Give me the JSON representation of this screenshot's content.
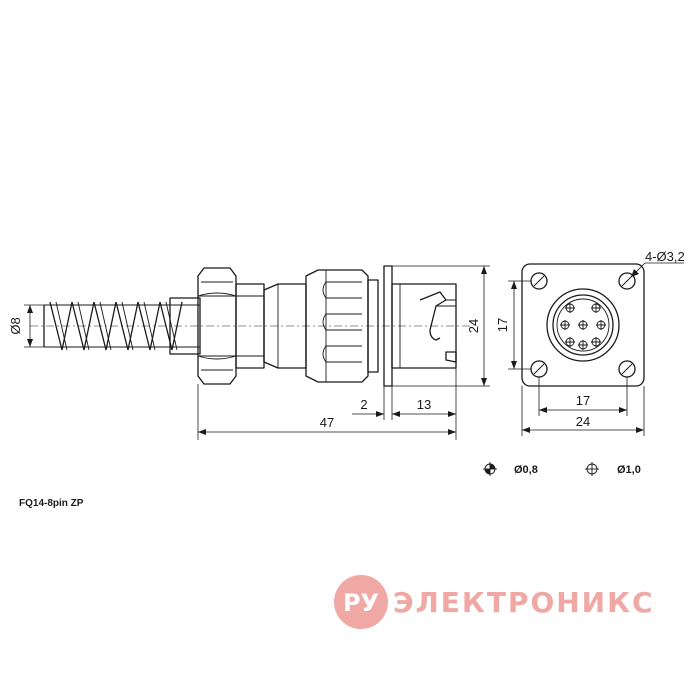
{
  "drawing": {
    "model": "FQ14-8pin ZP",
    "side_view_dims": {
      "cable_diameter": "Ø8",
      "flange_thickness": "2",
      "mating_length": "13",
      "overall_length": "47",
      "flange_height": "24"
    },
    "front_view_dims": {
      "mounting_holes": "4-Ø3,2",
      "hole_spacing_vertical": "17",
      "hole_spacing_horizontal": "17",
      "flange_width": "24"
    },
    "legend": [
      {
        "symbol": "pin-crosshair-filled-icon",
        "label": "Ø0,8"
      },
      {
        "symbol": "pin-crosshair-open-icon",
        "label": "Ø1,0"
      }
    ]
  },
  "logo": {
    "badge_text": "РУ",
    "wordmark": "ЭЛЕКТРОНИКС",
    "color": "#f0a8a4"
  }
}
